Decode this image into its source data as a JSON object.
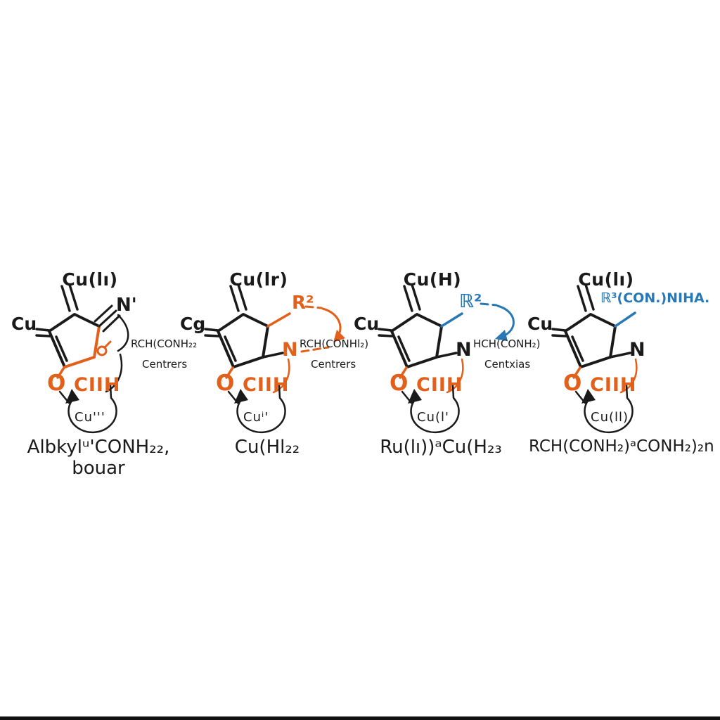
{
  "figure": {
    "description": "Four copper-chelate ring structures",
    "colors": {
      "black": "#1a1a1a",
      "orange": "#e2601a",
      "blue": "#2778b5"
    }
  },
  "structures": [
    {
      "top_label": "Cu(lı)",
      "left_label": "Cu",
      "substituent_label": "N'",
      "n_label": "",
      "o_label": "O",
      "oh_label": "CIIH",
      "arrow_cu_label": "Cu'''",
      "side_text_1": "RCH(CONH₂₂",
      "side_text_2": "Centrers",
      "caption_1": "Albkylᵘ'CONH₂₂,",
      "caption_2": "bouar"
    },
    {
      "top_label": "Cu(lr)",
      "left_label": "Cg",
      "substituent_label": "R²",
      "n_label": "N",
      "o_label": "O",
      "oh_label": "CIIH",
      "arrow_cu_label": "Cuⁱ'",
      "side_text_1": "RCH(CONHl₂)",
      "side_text_2": "Centrers",
      "caption_1": "Cu(Hl₂₂",
      "caption_2": ""
    },
    {
      "top_label": "Cu(H)",
      "left_label": "Cu",
      "substituent_label": "ℝ²",
      "n_label": "N",
      "o_label": "O",
      "oh_label": "CIIH",
      "arrow_cu_label": "Cu(l'",
      "side_text_1": "HCH(CONH₂)",
      "side_text_2": "Centxias",
      "caption_1": "Ru(lı))ᵃCu(H₂₃",
      "caption_2": ""
    },
    {
      "top_label": "Cu(lı)",
      "left_label": "Cu",
      "substituent_label": "ℝ³(CON.)NIHA.",
      "n_label": "N",
      "o_label": "O",
      "oh_label": "CIIH",
      "arrow_cu_label": "Cu(ll)",
      "side_text_1": "",
      "side_text_2": "",
      "caption_1": "RCH(CONH₂)ᵃCONH₂)₂n",
      "caption_2": ""
    }
  ]
}
